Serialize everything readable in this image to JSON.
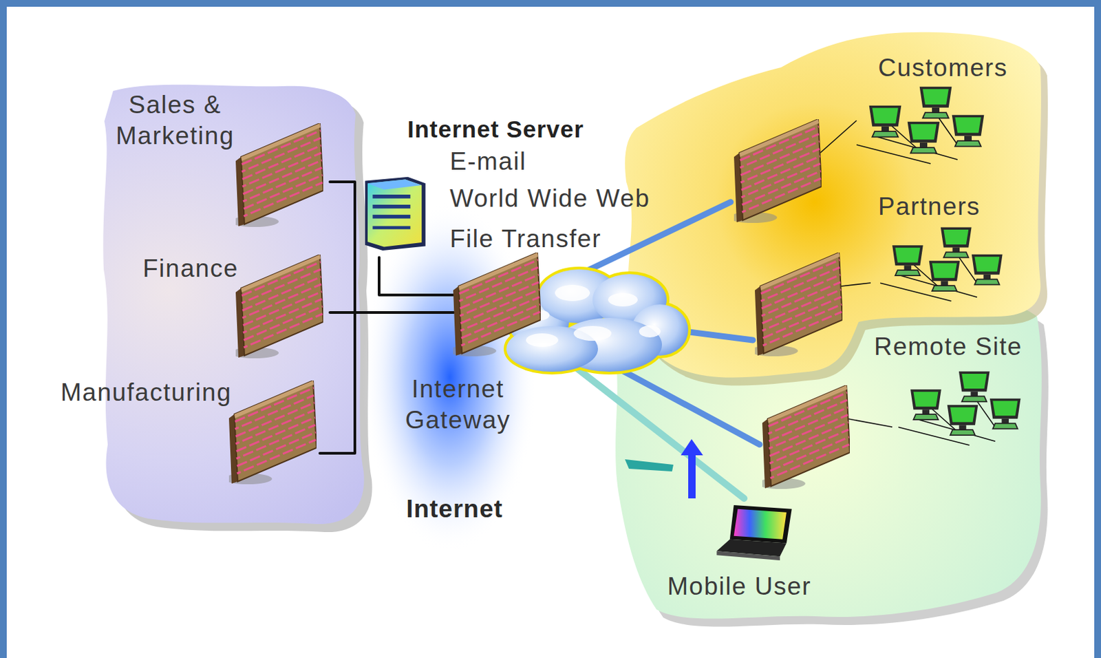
{
  "diagram": {
    "nodes": [
      {
        "text": [
          "Sales & Marketing"
        ]
      },
      {
        "text": [
          "Finance"
        ]
      },
      {
        "text": [
          "Manufacturing"
        ]
      },
      {
        "text": [
          "Internet Server",
          "E-mail",
          "World Wide Web",
          "File Transfer"
        ]
      },
      {
        "text": [
          "Internet Gateway"
        ]
      },
      {
        "text": [
          "Customers"
        ]
      },
      {
        "text": [
          "Partners"
        ]
      },
      {
        "text": [
          "Remote Site"
        ]
      },
      {
        "text": [
          "Mobile User"
        ]
      }
    ],
    "edges": [
      {
        "from": 0,
        "to": 4,
        "arrow": "none"
      },
      {
        "from": 1,
        "to": 4,
        "arrow": "none"
      },
      {
        "from": 2,
        "to": 4,
        "arrow": "none"
      },
      {
        "from": 3,
        "to": 4,
        "arrow": "none"
      },
      {
        "from": 4,
        "to": 5,
        "arrow": "none"
      },
      {
        "from": 4,
        "to": 6,
        "arrow": "none"
      },
      {
        "from": 4,
        "to": 7,
        "arrow": "none"
      },
      {
        "from": 4,
        "to": 8,
        "arrow": "none"
      }
    ],
    "labels": [
      "Internet"
    ]
  }
}
